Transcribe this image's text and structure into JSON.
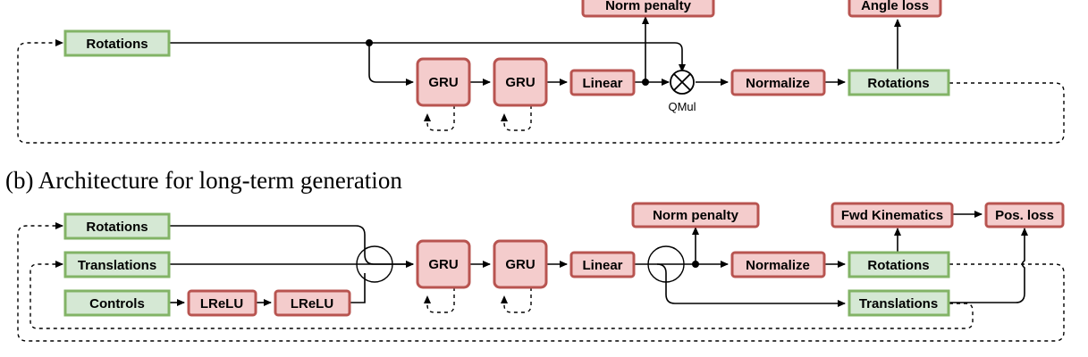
{
  "diagram_a": {
    "norm_penalty": "Norm penalty",
    "angle_loss": "Angle loss",
    "rotations_in": "Rotations",
    "gru1": "GRU",
    "gru2": "GRU",
    "linear": "Linear",
    "qmul": "QMul",
    "normalize": "Normalize",
    "rotations_out": "Rotations"
  },
  "diagram_b": {
    "heading": "(b) Architecture for long-term generation",
    "rotations_in": "Rotations",
    "translations_in": "Translations",
    "controls": "Controls",
    "lrelu1": "LReLU",
    "lrelu2": "LReLU",
    "gru1": "GRU",
    "gru2": "GRU",
    "linear": "Linear",
    "norm_penalty": "Norm penalty",
    "normalize": "Normalize",
    "fwd_kinematics": "Fwd Kinematics",
    "pos_loss": "Pos. loss",
    "rotations_out": "Rotations",
    "translations_out": "Translations"
  }
}
